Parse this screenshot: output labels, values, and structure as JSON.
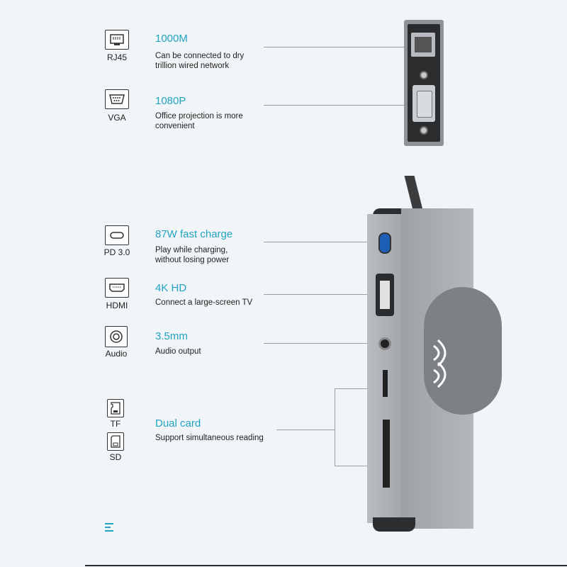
{
  "ports": [
    {
      "id": "rj45",
      "icon": "ethernet-port-icon",
      "name": "RJ45",
      "title": "1000M",
      "desc1": "Can be connected to dry",
      "desc2": "trillion wired network"
    },
    {
      "id": "vga",
      "icon": "vga-port-icon",
      "name": "VGA",
      "title": "1080P",
      "desc1": "Office projection is more",
      "desc2": "convenient"
    },
    {
      "id": "pd",
      "icon": "usb-c-port-icon",
      "name": "PD 3.0",
      "title": "87W fast charge",
      "desc1": "Play while charging,",
      "desc2": "without losing power"
    },
    {
      "id": "hdmi",
      "icon": "hdmi-port-icon",
      "name": "HDMI",
      "title": "4K HD",
      "desc1": "Connect a large-screen TV",
      "desc2": ""
    },
    {
      "id": "audio",
      "icon": "audio-jack-icon",
      "name": "Audio",
      "title": "3.5mm",
      "desc1": "Audio output",
      "desc2": ""
    },
    {
      "id": "card",
      "title": "Dual card",
      "desc1": "Support simultaneous reading",
      "desc2": ""
    }
  ],
  "cards": [
    {
      "icon": "tf-card-icon",
      "name": "TF"
    },
    {
      "icon": "sd-card-icon",
      "name": "SD"
    }
  ],
  "colors": {
    "accent": "#21a3c4",
    "background": "#f2f5f7",
    "hub_body": "#a9adb2",
    "charger_pad": "#7d8186"
  }
}
